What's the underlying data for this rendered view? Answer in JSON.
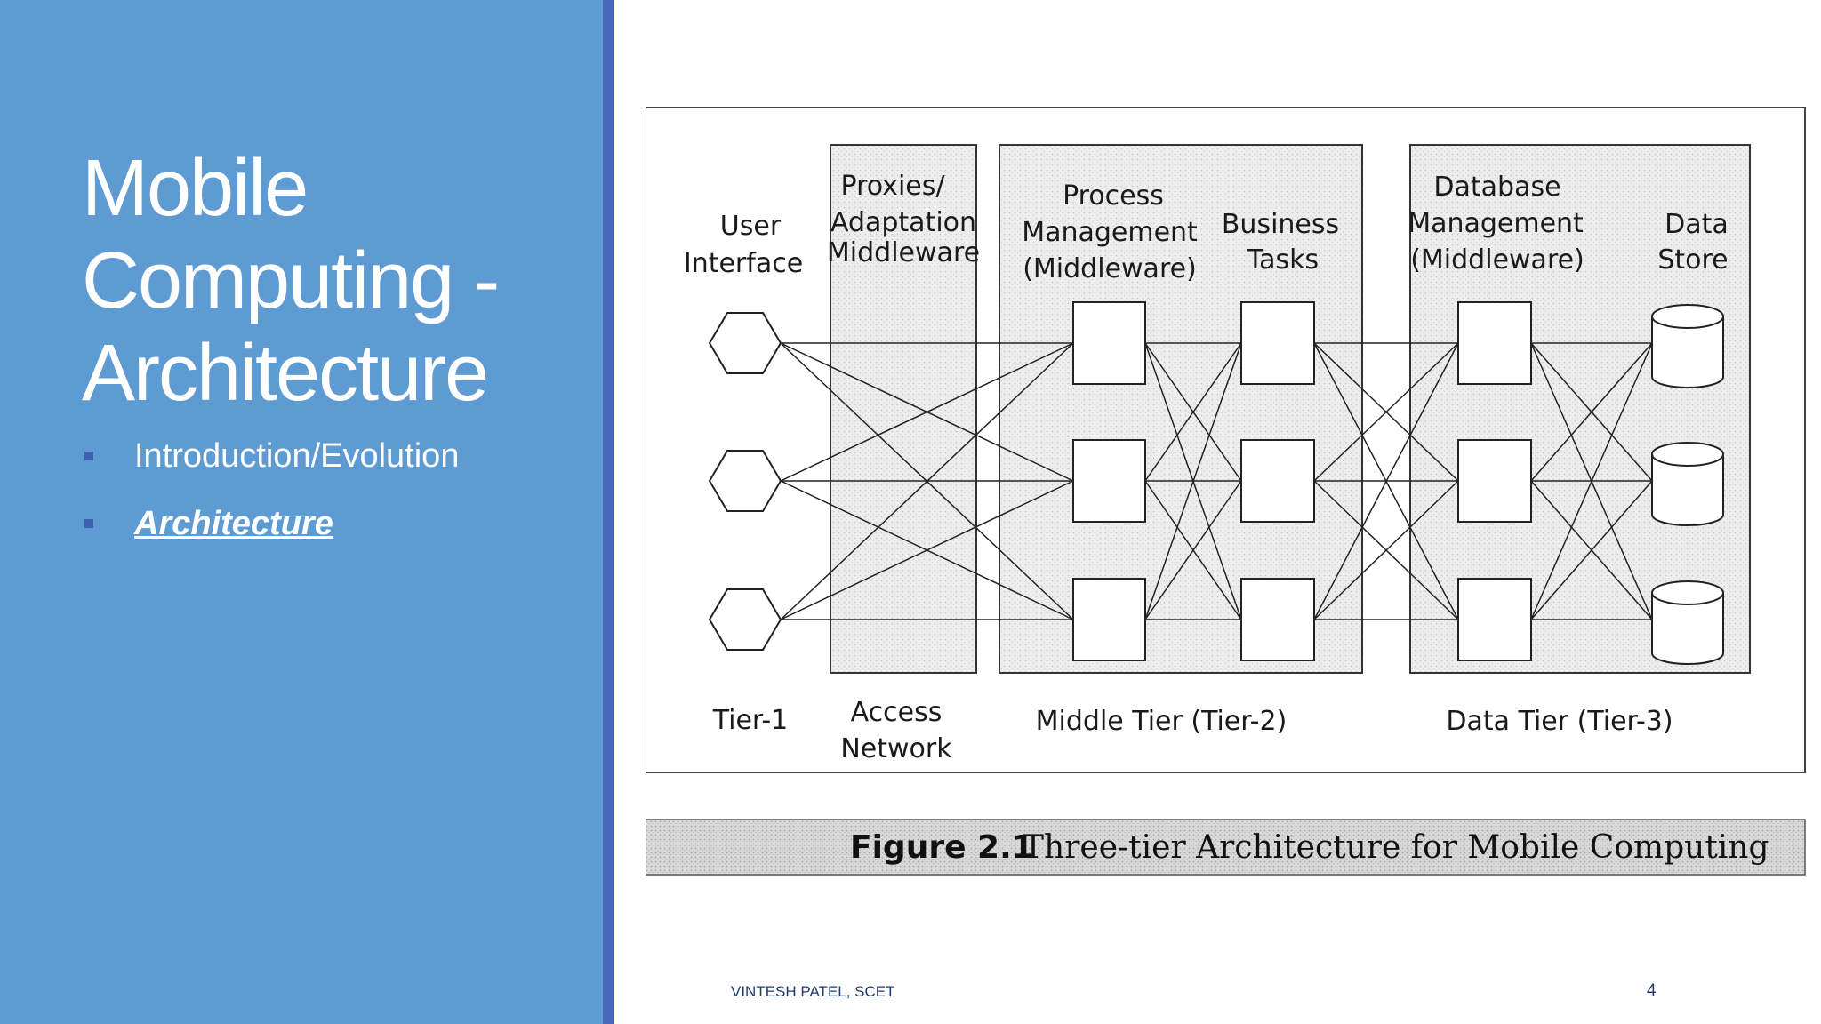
{
  "slide": {
    "title_lines": [
      "Mobile",
      "Computing -",
      "Architecture"
    ],
    "bullets": [
      {
        "text": "Introduction/Evolution",
        "active": false
      },
      {
        "text": "Architecture",
        "active": true
      }
    ],
    "footer_author": "VINTESH PATEL, SCET",
    "page_number": "4",
    "colors": {
      "panel": "#5f9bd3",
      "panel_edge": "#4a68b8",
      "bullet_marker": "#3f5fb0"
    }
  },
  "diagram": {
    "column_headers": {
      "user_interface": [
        "User",
        "Interface"
      ],
      "proxies": [
        "Proxies/",
        "Adaptation",
        "Middleware"
      ],
      "process": [
        "Process",
        "Management",
        "(Middleware)"
      ],
      "business": [
        "Business",
        "Tasks"
      ],
      "database": [
        "Database",
        "Management",
        "(Middleware)"
      ],
      "datastore": [
        "Data",
        "Store"
      ]
    },
    "tier_labels": {
      "tier1": "Tier-1",
      "access_network": [
        "Access",
        "Network"
      ],
      "middle_tier": "Middle Tier (Tier-2)",
      "data_tier": "Data Tier (Tier-3)"
    },
    "caption": {
      "label": "Figure 2.1",
      "text": "Three-tier Architecture for Mobile Computing"
    }
  }
}
